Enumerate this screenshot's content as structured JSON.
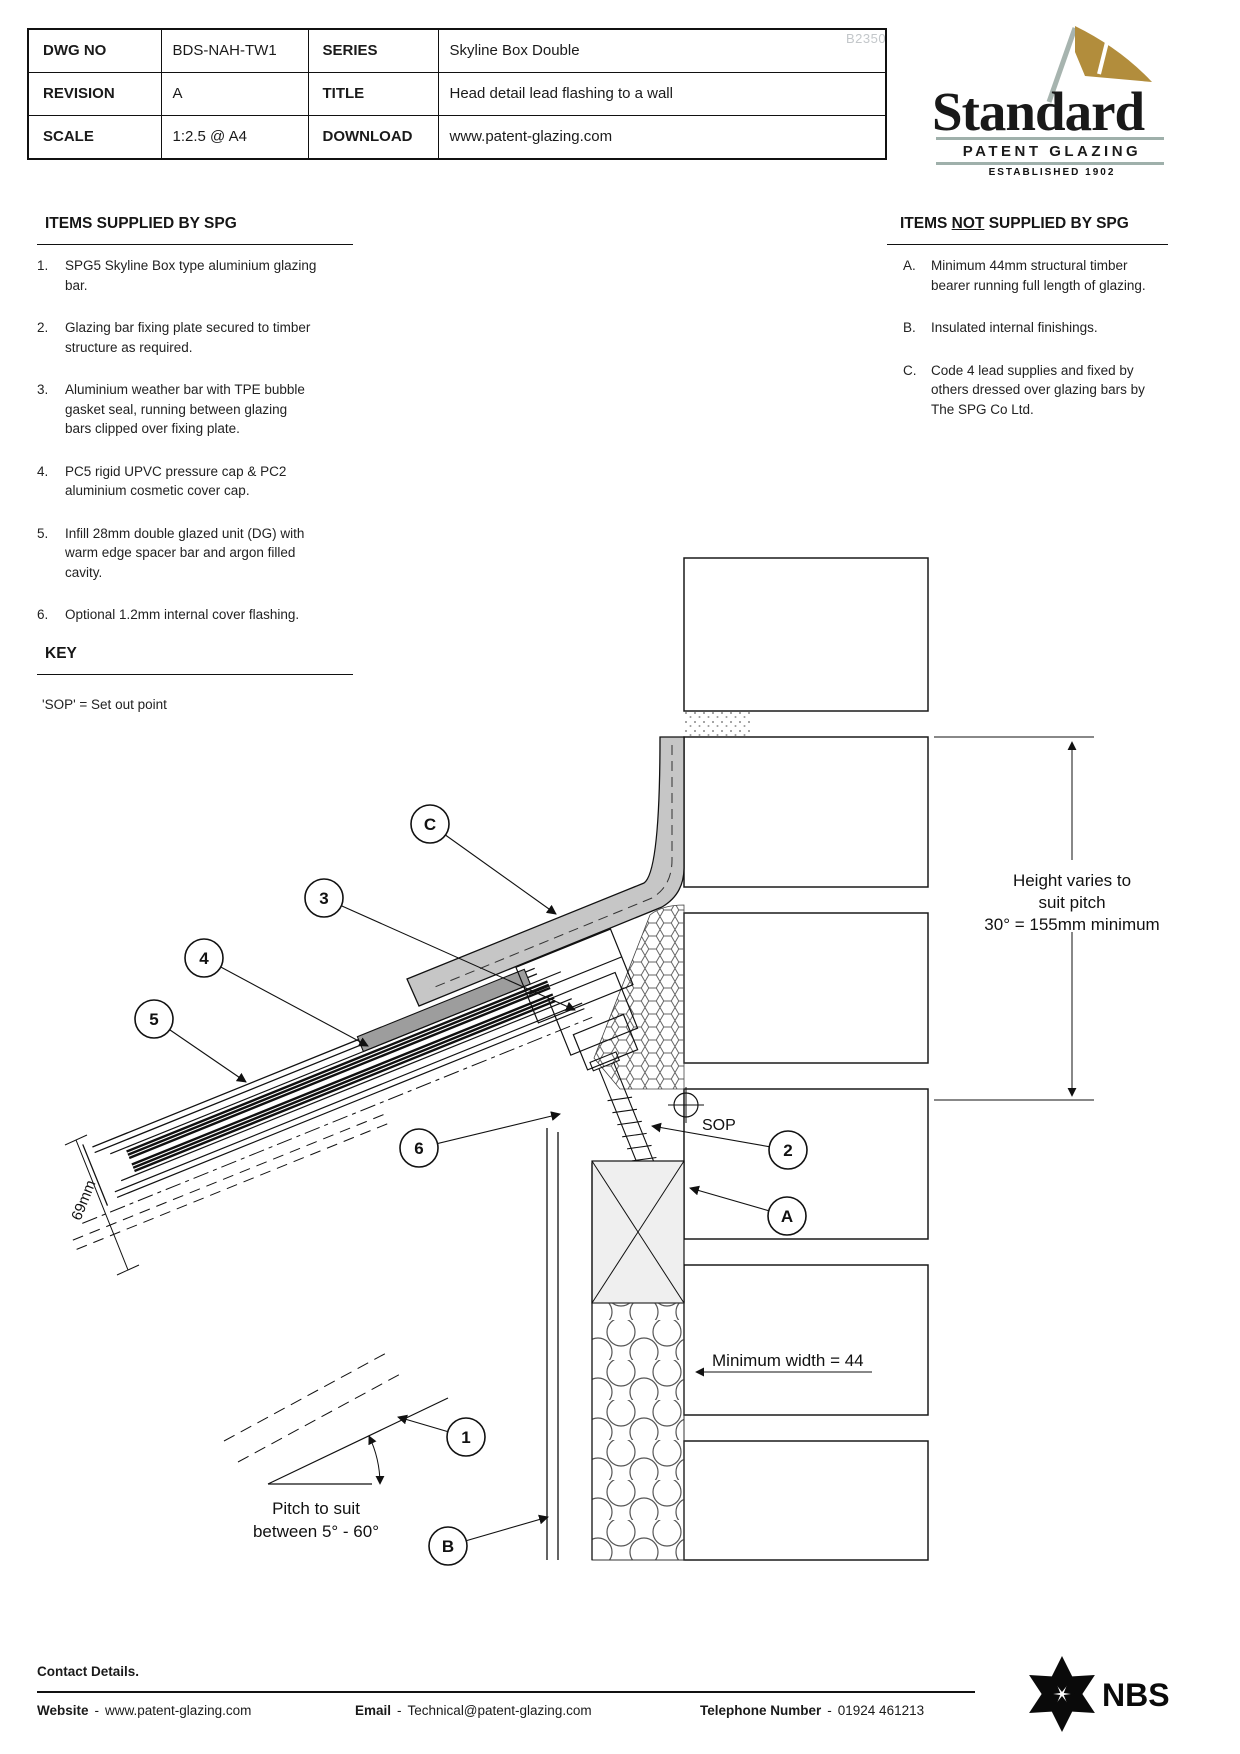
{
  "page": {
    "watermark": "B2350"
  },
  "title_block": {
    "rows": [
      {
        "label1": "DWG NO",
        "value1": "BDS-NAH-TW1",
        "label2": "SERIES",
        "value2": "Skyline Box Double"
      },
      {
        "label1": "REVISION",
        "value1": "A",
        "label2": "TITLE",
        "value2": "Head detail lead flashing to a wall"
      },
      {
        "label1": "SCALE",
        "value1": "1:2.5 @ A4",
        "label2": "DOWNLOAD",
        "value2": "www.patent-glazing.com"
      }
    ]
  },
  "logo": {
    "name": "Standard",
    "subtitle": "PATENT GLAZING",
    "established": "ESTABLISHED 1902",
    "flag_color": "#b28d3c",
    "rule_color": "#9fb0ab"
  },
  "supplied": {
    "heading": "ITEMS SUPPLIED BY SPG",
    "items": [
      {
        "num": "1.",
        "text": "SPG5 Skyline Box type aluminium glazing bar."
      },
      {
        "num": "2.",
        "text": "Glazing bar fixing plate secured to timber structure as required."
      },
      {
        "num": "3.",
        "text": "Aluminium weather bar with TPE bubble gasket seal, running between glazing bars clipped over fixing plate."
      },
      {
        "num": "4.",
        "text": "PC5 rigid UPVC pressure cap & PC2 aluminium cosmetic cover cap."
      },
      {
        "num": "5.",
        "text": "Infill 28mm double glazed unit (DG) with warm edge spacer bar and argon filled cavity."
      },
      {
        "num": "6.",
        "text": "Optional 1.2mm internal cover flashing."
      }
    ]
  },
  "not_supplied": {
    "heading_pre": "ITEMS ",
    "heading_not": "NOT",
    "heading_post": " SUPPLIED BY SPG",
    "items": [
      {
        "num": "A.",
        "text": "Minimum 44mm structural timber bearer running full length of glazing."
      },
      {
        "num": "B.",
        "text": "Insulated internal finishings."
      },
      {
        "num": "C.",
        "text": "Code 4 lead supplies and fixed by others dressed over glazing bars by The SPG Co Ltd."
      }
    ]
  },
  "key": {
    "heading": "KEY",
    "entry": "'SOP' = Set out point"
  },
  "drawing": {
    "labels": {
      "sop": "SOP",
      "height1": "Height varies to",
      "height2": "suit pitch",
      "height3": "30° = 155mm minimum",
      "min_width": "Minimum width = 44",
      "pitch1": "Pitch to suit",
      "pitch2": "between 5° - 60°",
      "bar_depth": "69mm"
    },
    "callouts": [
      {
        "label": "C"
      },
      {
        "label": "3"
      },
      {
        "label": "4"
      },
      {
        "label": "5"
      },
      {
        "label": "2"
      },
      {
        "label": "A"
      },
      {
        "label": "6"
      },
      {
        "label": "1"
      },
      {
        "label": "B"
      }
    ],
    "colors": {
      "lead_gray": "#c6c6c6",
      "cap_gray": "#9d9d9d"
    }
  },
  "footer": {
    "heading": "Contact Details.",
    "sep": "-",
    "website_label": "Website",
    "website_value": "www.patent-glazing.com",
    "email_label": "Email",
    "email_value": "Technical@patent-glazing.com",
    "phone_label": "Telephone Number",
    "phone_value": "01924 461213",
    "nbs": "NBS"
  }
}
